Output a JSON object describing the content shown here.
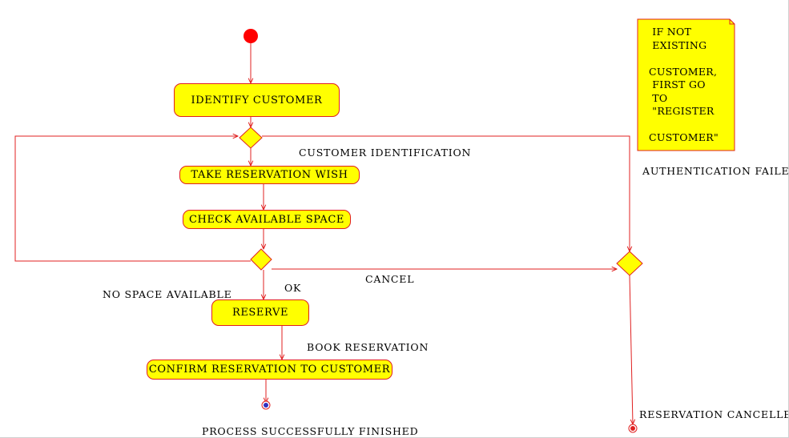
{
  "colors": {
    "line": "#e02020",
    "fill": "#ffff00",
    "start": "#ff0000"
  },
  "activities": {
    "identify": "IDENTIFY  CUSTOMER",
    "take_wish": "TAKE  RESERVATION  WISH",
    "check_space": "CHECK  AVAILABLE  SPACE",
    "reserve": "RESERVE",
    "confirm": "CONFIRM  RESERVATION  TO  CUSTOMER"
  },
  "labels": {
    "customer_identification": "CUSTOMER  IDENTIFICATION",
    "authentication_failed": "AUTHENTICATION  FAILED",
    "cancel": "CANCEL",
    "no_space": "NO  SPACE  AVAILABLE",
    "ok": "OK",
    "book_reservation": "BOOK  RESERVATION",
    "process_finished": "PROCESS  SUCCESSFULLY  FINISHED",
    "reservation_cancelled": "RESERVATION  CANCELLED"
  },
  "note": {
    "lines": [
      "IF NOT",
      "EXISTING",
      "",
      "CUSTOMER,",
      "FIRST GO",
      "TO",
      "\"REGISTER",
      "",
      "CUSTOMER\""
    ]
  }
}
